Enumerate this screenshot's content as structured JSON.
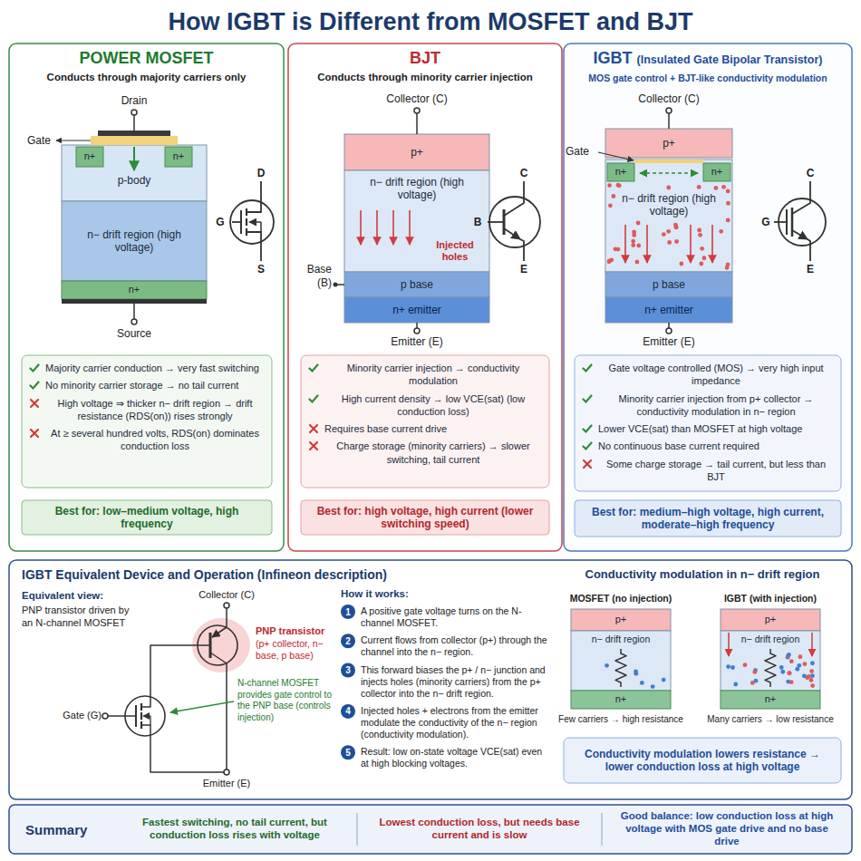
{
  "diagram": {
    "title": "How IGBT is Different from MOSFET and BJT",
    "nodes": [
      {
        "text": [
          "POWER MOSFET",
          "Conducts through majority carriers only"
        ]
      },
      {
        "text": [
          "p-body"
        ],
        "in": 0
      },
      {
        "text": [
          "n+"
        ],
        "in": 1
      },
      {
        "text": [
          "n+"
        ],
        "in": 1
      },
      {
        "text": [
          "n− drift region (high voltage)"
        ],
        "in": 0
      },
      {
        "text": [
          "n+"
        ],
        "in": 0
      },
      {
        "text": [
          "Majority carrier conduction → very fast switching",
          "No minority carrier storage → no tail current",
          "High voltage ⇒ thicker n− drift region → drift resistance (RDS(on)) rises strongly",
          "At ≥ several hundred volts, RDS(on) dominates conduction loss"
        ],
        "in": 0
      },
      {
        "text": [
          "Best for: low–medium voltage, high frequency"
        ],
        "in": 0
      },
      {
        "text": [
          "BJT",
          "Conducts through minority carrier injection"
        ]
      },
      {
        "text": [
          "p+"
        ],
        "in": 8
      },
      {
        "text": [
          "n− drift region (high voltage)",
          "Injected holes"
        ],
        "in": 8
      },
      {
        "text": [
          "p base"
        ],
        "in": 8
      },
      {
        "text": [
          "n+ emitter"
        ],
        "in": 8
      },
      {
        "text": [
          "Minority carrier injection → conductivity modulation",
          "High current density → low VCE(sat) (low conduction loss)",
          "Requires base current drive",
          "Charge storage (minority carriers) → slower switching, tail current"
        ],
        "in": 8
      },
      {
        "text": [
          "Best for: high voltage, high current (lower switching speed)"
        ],
        "in": 8
      },
      {
        "text": [
          "IGBT",
          "(Insulated Gate Bipolar Transistor)",
          "MOS gate control + BJT-like conductivity modulation"
        ]
      },
      {
        "text": [
          "p+"
        ],
        "in": 15
      },
      {
        "text": [
          "n− drift region (high voltage)"
        ],
        "in": 15
      },
      {
        "text": [
          "n+"
        ],
        "in": 17
      },
      {
        "text": [
          "n+"
        ],
        "in": 17
      },
      {
        "text": [
          "p base"
        ],
        "in": 15
      },
      {
        "text": [
          "n+ emitter"
        ],
        "in": 15
      },
      {
        "text": [
          "Gate voltage controlled (MOS) → very high input impedance",
          "Minority carrier injection from p+ collector → conductivity modulation in n− region",
          "Lower VCE(sat) than MOSFET at high voltage",
          "No continuous base current required",
          "Some charge storage → tail current, but less than BJT"
        ],
        "in": 15
      },
      {
        "text": [
          "Best for: medium–high voltage, high current, moderate–high frequency"
        ],
        "in": 15
      },
      {
        "text": [
          "IGBT Equivalent Device and Operation (Infineon description)"
        ]
      },
      {
        "text": [
          "1"
        ],
        "in": 24
      },
      {
        "text": [
          "2"
        ],
        "in": 24
      },
      {
        "text": [
          "3"
        ],
        "in": 24
      },
      {
        "text": [
          "4"
        ],
        "in": 24
      },
      {
        "text": [
          "5"
        ],
        "in": 24
      },
      {
        "text": [
          "p+"
        ],
        "in": 24
      },
      {
        "text": [
          "n− drift region"
        ],
        "in": 24
      },
      {
        "text": [
          "n+"
        ],
        "in": 24
      },
      {
        "text": [
          "p+"
        ],
        "in": 24
      },
      {
        "text": [
          "n− drift region"
        ],
        "in": 24
      },
      {
        "text": [
          "n+"
        ],
        "in": 24
      },
      {
        "text": [
          "Conductivity modulation lowers resistance → lower conduction loss at high voltage"
        ],
        "in": 24
      },
      {
        "text": [
          "Summary"
        ]
      },
      {
        "text": [
          "Fastest switching, no tail current, but conduction loss rises with voltage"
        ],
        "in": 37
      },
      {
        "text": [
          "Lowest conduction loss, but needs base current and is slow"
        ],
        "in": 37
      },
      {
        "text": [
          "Good balance: low conduction loss at high voltage with MOS gate drive and no base drive"
        ],
        "in": 37
      }
    ],
    "labels": [
      "Drain",
      "Gate",
      "D",
      "G",
      "S",
      "Source",
      "Collector (C)",
      "C",
      "B",
      "E",
      "Base (B)",
      "Emitter (E)",
      "Collector (C)",
      "Gate",
      "C",
      "G",
      "E",
      "Emitter (E)",
      "Equivalent view:",
      "PNP transistor driven by an N-channel MOSFET",
      "Collector (C)",
      "PNP transistor",
      "(p+ collector, n− base, p base)",
      "Gate (G)",
      "N-channel MOSFET provides gate control to the PNP base (controls injection)",
      "Emitter (E)",
      "How it works:",
      "A positive gate voltage turns on the N-channel MOSFET.",
      "Current flows from collector (p+) through the channel into the n− region.",
      "This forward biases the p+ / n− junction and injects holes (minority carriers) from the p+ collector into the n− drift region.",
      "Injected holes + electrons from the emitter modulate the conductivity of the n− region (conductivity modulation).",
      "Result: low on-state voltage VCE(sat) even at high blocking voltages.",
      "Conductivity modulation in n− drift region",
      "MOSFET (no injection)",
      "IGBT (with injection)",
      "Few carriers → high resistance",
      "Many carriers → low resistance"
    ]
  }
}
